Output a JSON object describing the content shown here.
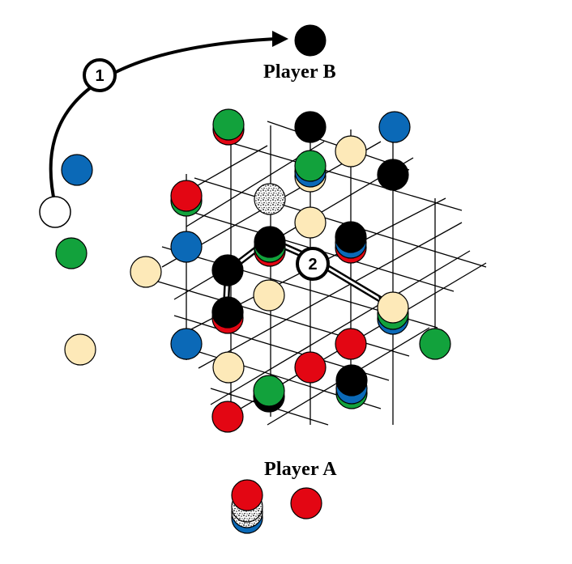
{
  "players": {
    "b_label": "Player B",
    "a_label": "Player A"
  },
  "steps": {
    "first": "1",
    "second": "2"
  },
  "colors": {
    "red": "#e30613",
    "green": "#12a23c",
    "blue": "#0b69b7",
    "black": "#000000",
    "cream": "#fde9b8",
    "white": "#ffffff",
    "grid": "#000000"
  },
  "pieces": {
    "count_on_board": 40,
    "reserve_player_a_stack": [
      "blue",
      "speckled",
      "speckled",
      "red"
    ],
    "reserve_player_a_single": "red",
    "off_board_left": [
      "blue",
      "white",
      "green",
      "cream"
    ],
    "player_b_marker": "black"
  }
}
